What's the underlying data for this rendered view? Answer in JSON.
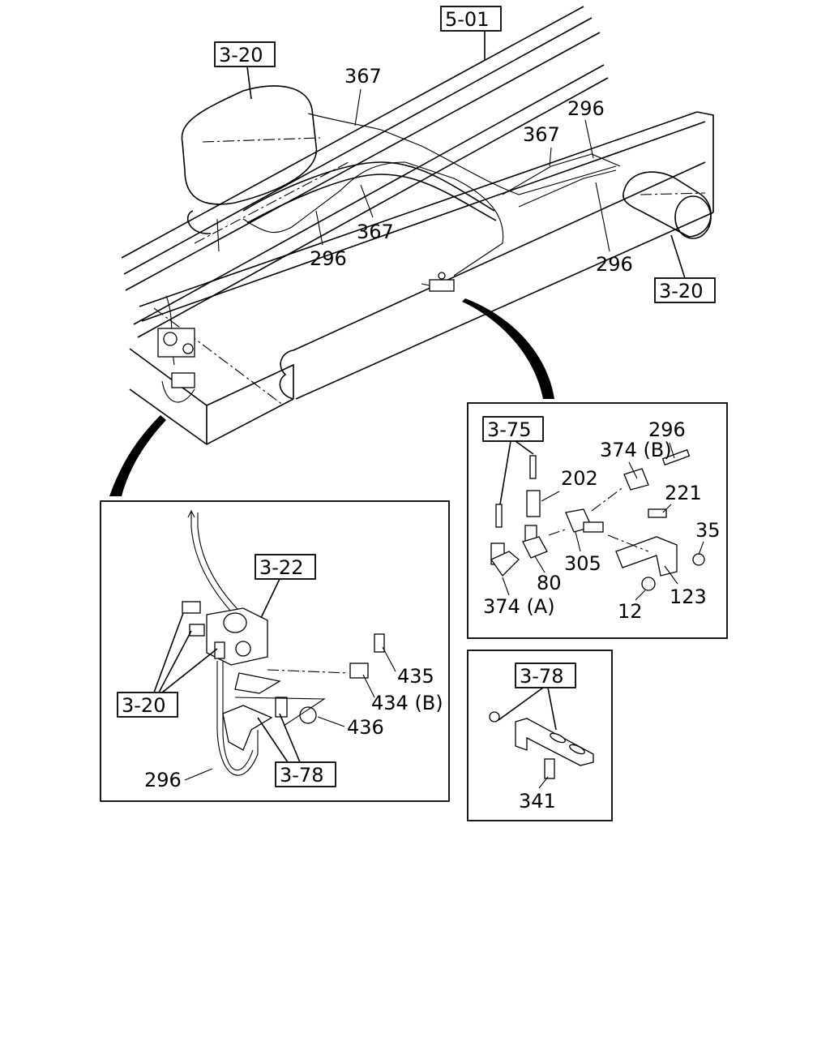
{
  "refs": {
    "r501": "5-01",
    "r320a": "3-20",
    "r320b": "3-20",
    "r320c": "3-20",
    "r322": "3-22",
    "r378a": "3-78",
    "r378b": "3-78",
    "r375": "3-75"
  },
  "parts": {
    "p367a": "367",
    "p367b": "367",
    "p367c": "367",
    "p296a": "296",
    "p296b": "296",
    "p296c": "296",
    "p296d": "296",
    "p296e": "296",
    "p435": "435",
    "p434b": "434 (B)",
    "p436": "436",
    "p374b": "374 (B)",
    "p202": "202",
    "p221": "221",
    "p35": "35",
    "p305": "305",
    "p80": "80",
    "p374a": "374 (A)",
    "p123": "123",
    "p12": "12",
    "p341": "341"
  }
}
